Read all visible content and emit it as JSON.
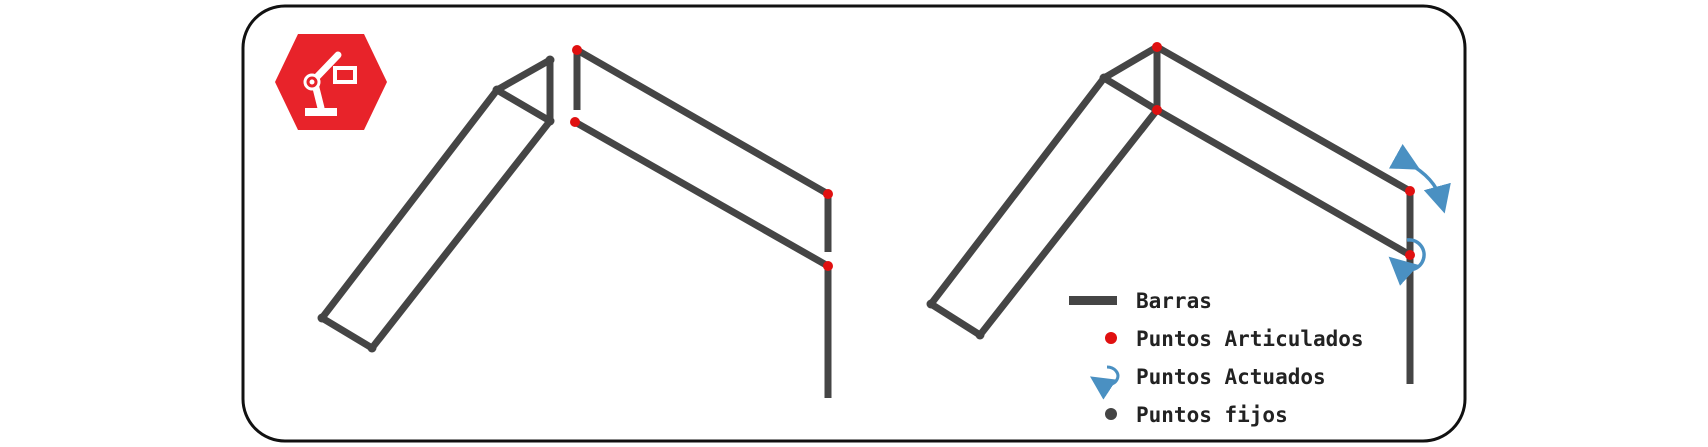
{
  "colors": {
    "frame": "#111111",
    "bar": "#454545",
    "articulated": "#e01010",
    "fixed": "#444444",
    "actuated": "#4a90c2",
    "logo_red": "#e8232a",
    "logo_white": "#ffffff"
  },
  "logo": {
    "icon": "robot-arm-icon"
  },
  "legend": {
    "items": [
      {
        "symbol": "bar",
        "label": "Barras"
      },
      {
        "symbol": "articulated-point",
        "label": "Puntos Articulados"
      },
      {
        "symbol": "actuated-point",
        "label": "Puntos Actuados"
      },
      {
        "symbol": "fixed-point",
        "label": "Puntos fijos"
      }
    ]
  },
  "diagrams": [
    {
      "name": "exploded-mechanism"
    },
    {
      "name": "assembled-mechanism"
    }
  ]
}
